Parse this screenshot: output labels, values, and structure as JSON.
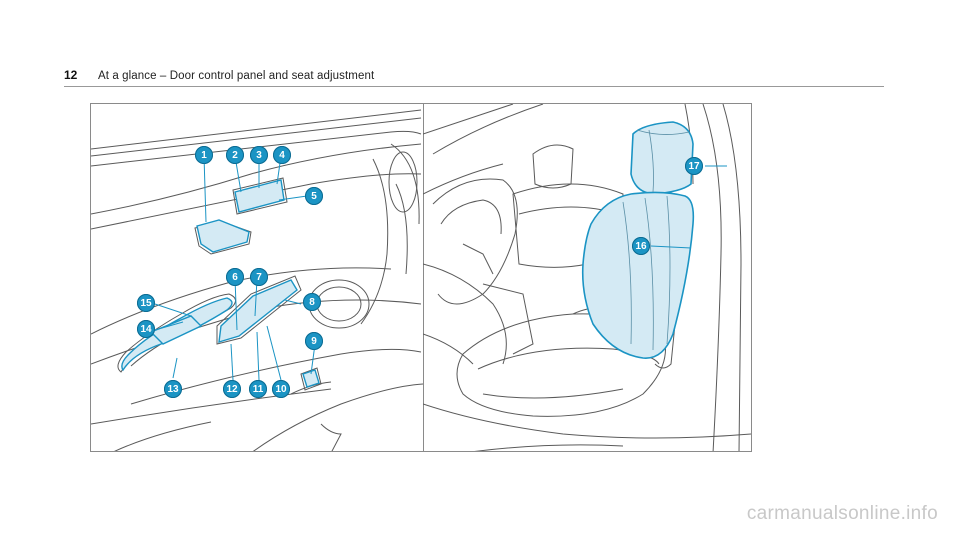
{
  "header": {
    "page_number": "12",
    "title": "At a glance – Door control panel and seat adjustment"
  },
  "callouts": {
    "c1": "1",
    "c2": "2",
    "c3": "3",
    "c4": "4",
    "c5": "5",
    "c6": "6",
    "c7": "7",
    "c8": "8",
    "c9": "9",
    "c10": "10",
    "c11": "11",
    "c12": "12",
    "c13": "13",
    "c14": "14",
    "c15": "15",
    "c16": "16",
    "c17": "17"
  },
  "footer": {
    "watermark": "carmanualsonline.info"
  },
  "colors": {
    "accent": "#1b94c4",
    "highlight_fill": "#d4eaf4",
    "line": "#5a5a5a"
  }
}
